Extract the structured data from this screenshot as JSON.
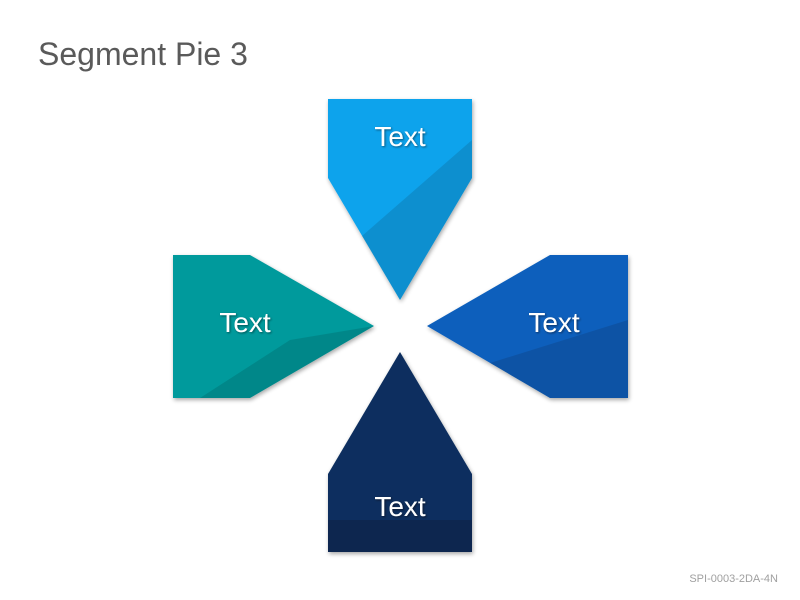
{
  "title": "Segment Pie 3",
  "doc_code": "SPI-0003-2DA-4N",
  "segments": [
    {
      "id": "top",
      "label": "Text",
      "color": "#0ba3ec"
    },
    {
      "id": "right",
      "label": "Text",
      "color": "#0a5fbc"
    },
    {
      "id": "bottom",
      "label": "Text",
      "color": "#0b2f5e"
    },
    {
      "id": "left",
      "label": "Text",
      "color": "#059a9c"
    }
  ]
}
